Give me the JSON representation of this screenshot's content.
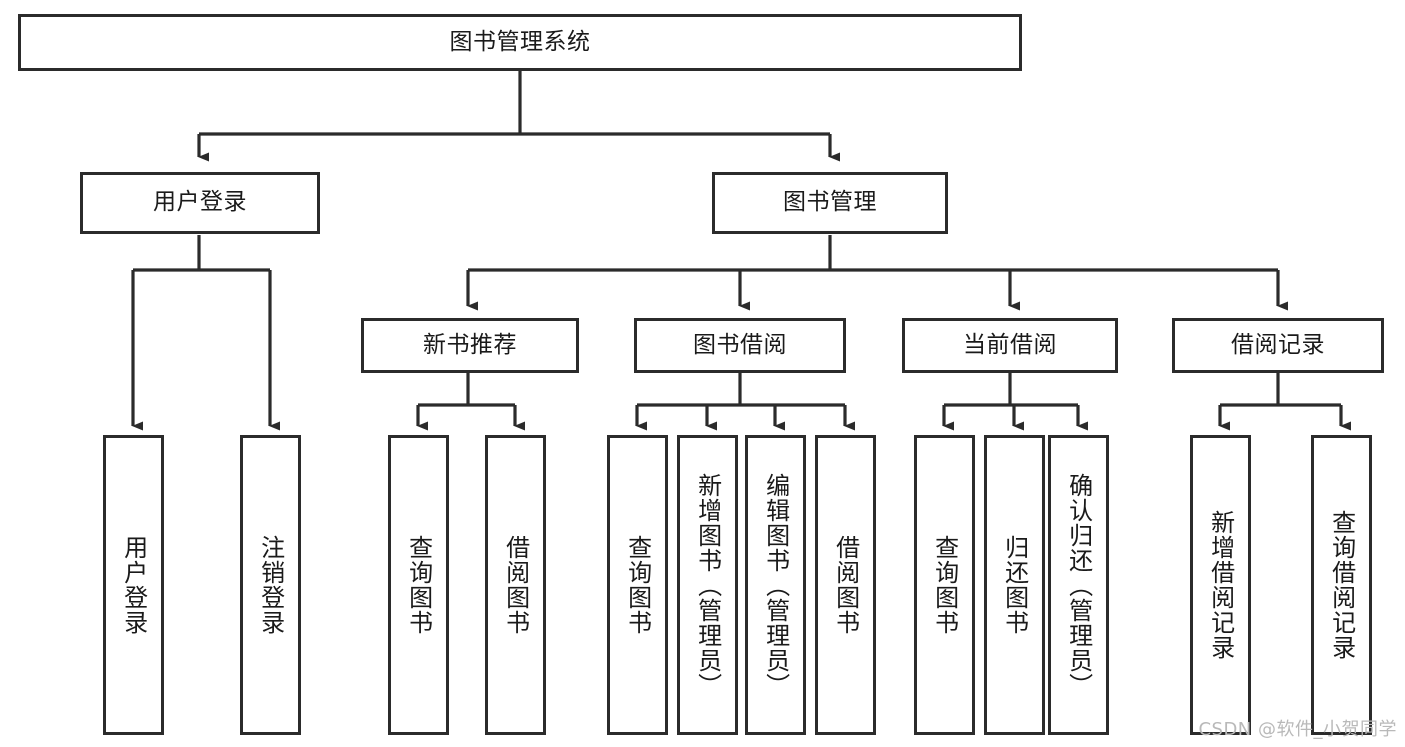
{
  "diagram": {
    "title": "图书管理系统",
    "watermark": "CSDN @软件_小贺同学",
    "colors": {
      "stroke": "#2b2b2b",
      "background": "#ffffff",
      "text": "#1a1a1a",
      "watermark": "#b9b9b9"
    },
    "nodes": {
      "root": {
        "label": "图书管理系统"
      },
      "level2": [
        {
          "label": "用户登录"
        },
        {
          "label": "图书管理"
        }
      ],
      "level3": [
        {
          "label": "新书推荐"
        },
        {
          "label": "图书借阅"
        },
        {
          "label": "当前借阅"
        },
        {
          "label": "借阅记录"
        }
      ],
      "leaves": [
        {
          "label": "用户登录",
          "parent": "用户登录"
        },
        {
          "label": "注销登录",
          "parent": "用户登录"
        },
        {
          "label": "查询图书",
          "parent": "新书推荐"
        },
        {
          "label": "借阅图书",
          "parent": "新书推荐"
        },
        {
          "label": "查询图书",
          "parent": "图书借阅"
        },
        {
          "label": "新增图书（管理员）",
          "parent": "图书借阅"
        },
        {
          "label": "编辑图书（管理员）",
          "parent": "图书借阅"
        },
        {
          "label": "借阅图书",
          "parent": "图书借阅"
        },
        {
          "label": "查询图书",
          "parent": "当前借阅"
        },
        {
          "label": "归还图书",
          "parent": "当前借阅"
        },
        {
          "label": "确认归还（管理员）",
          "parent": "当前借阅"
        },
        {
          "label": "新增借阅记录",
          "parent": "借阅记录"
        },
        {
          "label": "查询借阅记录",
          "parent": "借阅记录"
        }
      ]
    }
  }
}
